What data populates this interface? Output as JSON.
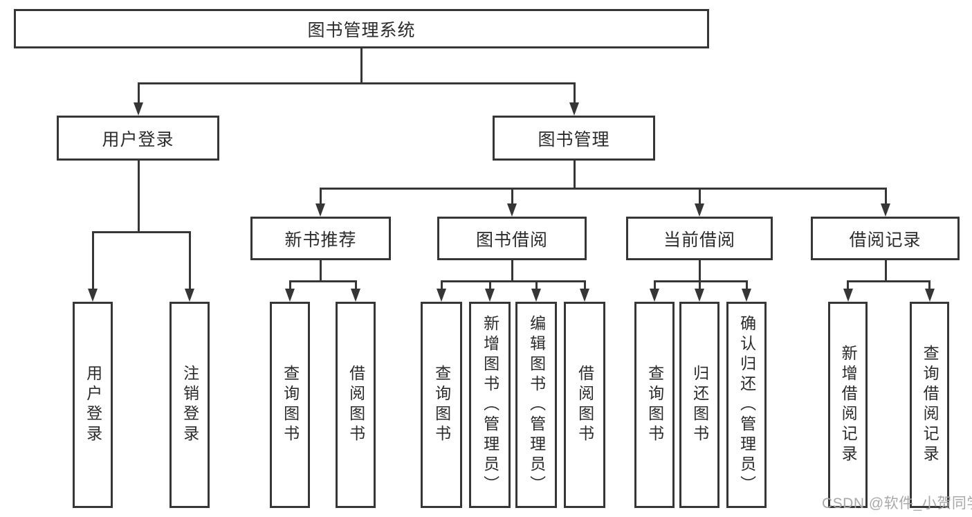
{
  "diagram": {
    "title": "图书管理系统",
    "nodes": {
      "root": "图书管理系统",
      "user_login": "用户登录",
      "book_mgmt": "图书管理",
      "new_books": "新书推荐",
      "book_borrow": "图书借阅",
      "current_borrow": "当前借阅",
      "borrow_records": "借阅记录",
      "leaf_user_login": "用户登录",
      "leaf_logout": "注销登录",
      "leaf_nb_query": "查询图书",
      "leaf_nb_borrow": "借阅图书",
      "leaf_bb_query": "查询图书",
      "leaf_bb_add": "新增图书（管理员）",
      "leaf_bb_edit": "编辑图书（管理员）",
      "leaf_bb_borrow": "借阅图书",
      "leaf_cb_query": "查询图书",
      "leaf_cb_return": "归还图书",
      "leaf_cb_confirm": "确认归还（管理员）",
      "leaf_br_add": "新增借阅记录",
      "leaf_br_query": "查询借阅记录"
    },
    "hierarchy": {
      "图书管理系统": {
        "用户登录": [
          "用户登录",
          "注销登录"
        ],
        "图书管理": {
          "新书推荐": [
            "查询图书",
            "借阅图书"
          ],
          "图书借阅": [
            "查询图书",
            "新增图书（管理员）",
            "编辑图书（管理员）",
            "借阅图书"
          ],
          "当前借阅": [
            "查询图书",
            "归还图书",
            "确认归还（管理员）"
          ],
          "借阅记录": [
            "新增借阅记录",
            "查询借阅记录"
          ]
        }
      }
    }
  },
  "watermark": {
    "text": "CSDN @软件_小贺同学"
  },
  "colors": {
    "line": "#363636",
    "text": "#2b2b2b",
    "background": "#ffffff",
    "watermark": "#a8a8a8"
  }
}
